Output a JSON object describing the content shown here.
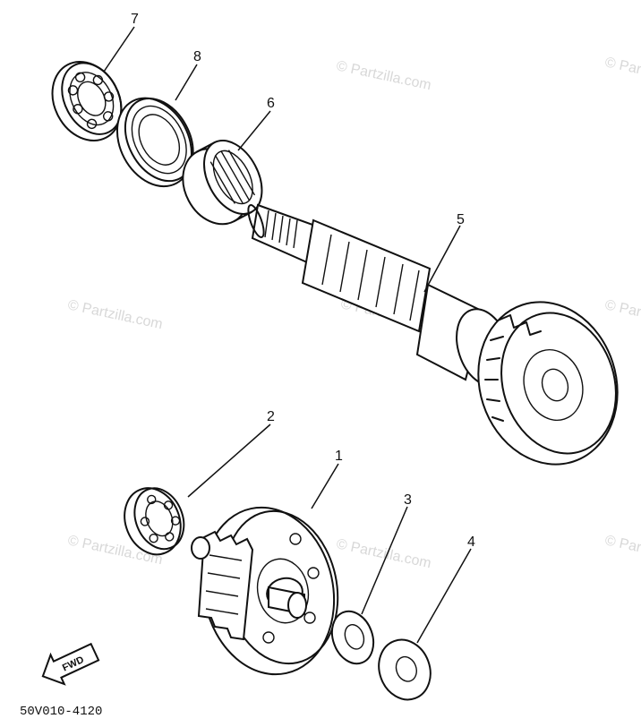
{
  "diagram": {
    "callouts": [
      "1",
      "2",
      "3",
      "4",
      "5",
      "6",
      "7",
      "8"
    ],
    "fwd_label": "FWD",
    "part_code": "50V010-4120",
    "watermark": "© Partzilla.com"
  }
}
